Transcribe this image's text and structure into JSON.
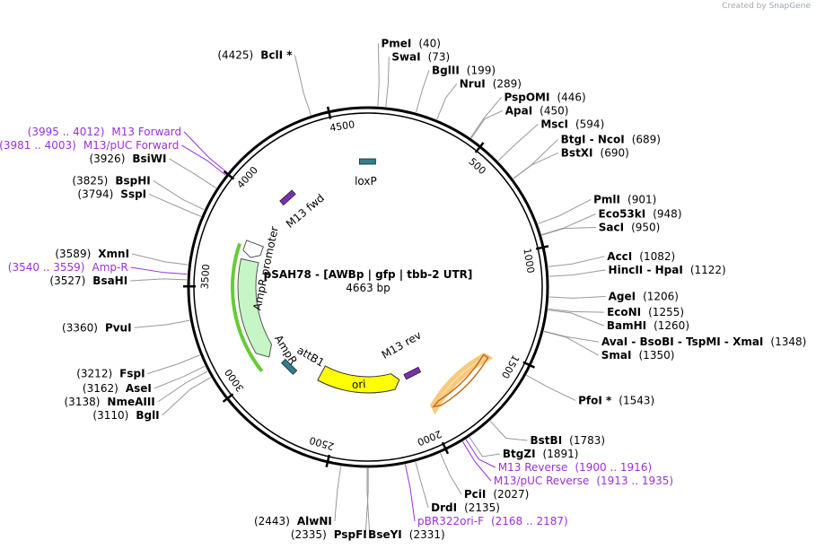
{
  "credit": {
    "prefix": "Created by",
    "brand": "SnapGene"
  },
  "plasmid": {
    "name": "pSAH78 - [AWBp | gfp | tbb-2 UTR]",
    "length": 4663,
    "length_text": "4663 bp"
  },
  "ticks": [
    {
      "pos": 500,
      "label": "500"
    },
    {
      "pos": 1000,
      "label": "1000"
    },
    {
      "pos": 1500,
      "label": "1500"
    },
    {
      "pos": 2000,
      "label": "2000"
    },
    {
      "pos": 2500,
      "label": "2500"
    },
    {
      "pos": 3000,
      "label": "3000"
    },
    {
      "pos": 3500,
      "label": "3500"
    },
    {
      "pos": 4000,
      "label": "4000"
    },
    {
      "pos": 4500,
      "label": "4500"
    }
  ],
  "sites": [
    {
      "name": "PmeI",
      "pos": 40,
      "text": "(40)",
      "side": "L"
    },
    {
      "name": "SwaI",
      "pos": 73,
      "text": "(73)",
      "side": "R"
    },
    {
      "name": "BglII",
      "pos": 199,
      "text": "(199)",
      "side": "R"
    },
    {
      "name": "NruI",
      "pos": 289,
      "text": "(289)",
      "side": "R"
    },
    {
      "name": "PspOMI",
      "pos": 446,
      "text": "(446)",
      "side": "R"
    },
    {
      "name": "ApaI",
      "pos": 450,
      "text": "(450)",
      "side": "R"
    },
    {
      "name": "MscI",
      "pos": 594,
      "text": "(594)",
      "side": "R"
    },
    {
      "name": "BtgI - NcoI",
      "pos": 689,
      "text": "(689)",
      "side": "R"
    },
    {
      "name": "BstXI",
      "pos": 690,
      "text": "(690)",
      "side": "R"
    },
    {
      "name": "PmlI",
      "pos": 901,
      "text": "(901)",
      "side": "R"
    },
    {
      "name": "Eco53kI",
      "pos": 948,
      "text": "(948)",
      "side": "R"
    },
    {
      "name": "SacI",
      "pos": 950,
      "text": "(950)",
      "side": "R"
    },
    {
      "name": "AccI",
      "pos": 1082,
      "text": "(1082)",
      "side": "R"
    },
    {
      "name": "HincII - HpaI",
      "pos": 1122,
      "text": "(1122)",
      "side": "R"
    },
    {
      "name": "AgeI",
      "pos": 1206,
      "text": "(1206)",
      "side": "R"
    },
    {
      "name": "EcoNI",
      "pos": 1255,
      "text": "(1255)",
      "side": "R"
    },
    {
      "name": "BamHI",
      "pos": 1260,
      "text": "(1260)",
      "side": "R"
    },
    {
      "name": "AvaI - BsoBI - TspMI - XmaI",
      "pos": 1348,
      "text": "(1348)",
      "side": "R"
    },
    {
      "name": "SmaI",
      "pos": 1350,
      "text": "(1350)",
      "side": "R"
    },
    {
      "name": "PfoI *",
      "pos": 1543,
      "text": "(1543)",
      "side": "R"
    },
    {
      "name": "BstBI",
      "pos": 1783,
      "text": "(1783)",
      "side": "R"
    },
    {
      "name": "BtgZI",
      "pos": 1891,
      "text": "(1891)",
      "side": "R"
    },
    {
      "name": "PciI",
      "pos": 2027,
      "text": "(2027)",
      "side": "R"
    },
    {
      "name": "DrdI",
      "pos": 2135,
      "text": "(2135)",
      "side": "R"
    },
    {
      "name": "BseYI",
      "pos": 2331,
      "text": "(2331)",
      "side": "R"
    },
    {
      "name": "PspFI",
      "pos": 2335,
      "text": "(2335)",
      "side": "L"
    },
    {
      "name": "AlwNI",
      "pos": 2443,
      "text": "(2443)",
      "side": "L"
    },
    {
      "name": "BglI",
      "pos": 3110,
      "text": "(3110)",
      "side": "L"
    },
    {
      "name": "NmeAIII",
      "pos": 3138,
      "text": "(3138)",
      "side": "L"
    },
    {
      "name": "AseI",
      "pos": 3162,
      "text": "(3162)",
      "side": "L"
    },
    {
      "name": "FspI",
      "pos": 3212,
      "text": "(3212)",
      "side": "L"
    },
    {
      "name": "PvuI",
      "pos": 3360,
      "text": "(3360)",
      "side": "L"
    },
    {
      "name": "BsaHI",
      "pos": 3527,
      "text": "(3527)",
      "side": "L"
    },
    {
      "name": "XmnI",
      "pos": 3589,
      "text": "(3589)",
      "side": "L"
    },
    {
      "name": "SspI",
      "pos": 3794,
      "text": "(3794)",
      "side": "L"
    },
    {
      "name": "BspHI",
      "pos": 3825,
      "text": "(3825)",
      "side": "L"
    },
    {
      "name": "BsiWI",
      "pos": 3926,
      "text": "(3926)",
      "side": "L"
    },
    {
      "name": "BclI *",
      "pos": 4425,
      "text": "(4425)",
      "side": "L"
    }
  ],
  "primers": [
    {
      "name": "M13 Forward",
      "range": "(3995 .. 4012)",
      "pos": 4004,
      "side": "L"
    },
    {
      "name": "M13/pUC Forward",
      "range": "(3981 .. 4003)",
      "pos": 3992,
      "side": "L"
    },
    {
      "name": "Amp-R",
      "range": "(3540 .. 3559)",
      "pos": 3550,
      "side": "L"
    },
    {
      "name": "M13 Reverse",
      "range": "(1900 .. 1916)",
      "pos": 1908,
      "side": "R"
    },
    {
      "name": "M13/pUC Reverse",
      "range": "(1913 .. 1935)",
      "pos": 1924,
      "side": "R"
    },
    {
      "name": "pBR322ori-F",
      "range": "(2168 .. 2187)",
      "pos": 2178,
      "side": "R"
    }
  ],
  "features": [
    {
      "name": "loxP",
      "kind": "small",
      "color": "#2f7f90"
    },
    {
      "name": "M13 fwd",
      "kind": "small",
      "color": "#7a2fb0"
    },
    {
      "name": "AmpR promoter",
      "kind": "arrow",
      "color": "#ffffff"
    },
    {
      "name": "AmpR",
      "kind": "arrow",
      "color": "#c6f5c6"
    },
    {
      "name": "attB1",
      "kind": "small",
      "color": "#2f7f90"
    },
    {
      "name": "ori",
      "kind": "arrow",
      "color": "#ffff00"
    },
    {
      "name": "M13 rev",
      "kind": "small",
      "color": "#7a2fb0"
    }
  ],
  "colors": {
    "backbone": "#000000",
    "primer": "#9b30d9",
    "ampr_highlight": "#66cc33",
    "orange_highlight": "#f5a623"
  }
}
